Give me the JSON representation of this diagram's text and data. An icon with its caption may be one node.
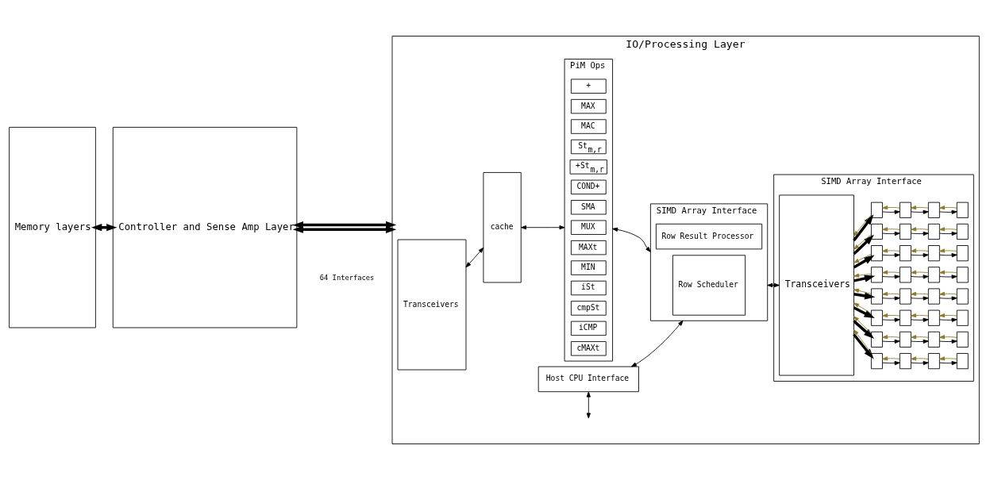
{
  "diagram": {
    "nodes": [
      {
        "text": [
          "Memory layers"
        ]
      },
      {
        "text": [
          "Controller and Sense Amp Layer"
        ]
      },
      {
        "text": [
          "IO/Processing Layer"
        ]
      },
      {
        "text": [
          "Transceivers"
        ],
        "in": 2
      },
      {
        "text": [
          "cache"
        ],
        "in": 2
      },
      {
        "text": [
          "PiM Ops"
        ],
        "in": 2
      },
      {
        "text": [
          "+"
        ],
        "in": 5
      },
      {
        "text": [
          "MAX"
        ],
        "in": 5
      },
      {
        "text": [
          "MAC"
        ],
        "in": 5
      },
      {
        "text": [
          "St$_{m,r}$"
        ],
        "in": 5
      },
      {
        "text": [
          "+St$_{m,r}$"
        ],
        "in": 5
      },
      {
        "text": [
          "COND+"
        ],
        "in": 5
      },
      {
        "text": [
          "SMA"
        ],
        "in": 5
      },
      {
        "text": [
          "MUX"
        ],
        "in": 5
      },
      {
        "text": [
          "MAXt"
        ],
        "in": 5
      },
      {
        "text": [
          "MIN"
        ],
        "in": 5
      },
      {
        "text": [
          "iSt"
        ],
        "in": 5
      },
      {
        "text": [
          "cmpSt"
        ],
        "in": 5
      },
      {
        "text": [
          "iCMP"
        ],
        "in": 5
      },
      {
        "text": [
          "cMAXt"
        ],
        "in": 5
      },
      {
        "text": [
          "SIMD Array Interface"
        ],
        "in": 2
      },
      {
        "text": [
          "Row Result Processor"
        ],
        "in": 20
      },
      {
        "text": [
          "Row Scheduler"
        ],
        "in": 20
      },
      {
        "text": [
          "SIMD Array Interface"
        ],
        "in": 2
      },
      {
        "text": [
          "Transceivers"
        ],
        "in": 23
      },
      {
        "text": [],
        "shape": "box",
        "in": 23
      },
      {
        "text": [],
        "shape": "box",
        "in": 23
      },
      {
        "text": [],
        "shape": "box",
        "in": 23
      },
      {
        "text": [],
        "shape": "box",
        "in": 23
      },
      {
        "text": [],
        "shape": "box",
        "in": 23
      },
      {
        "text": [],
        "shape": "box",
        "in": 23
      },
      {
        "text": [],
        "shape": "box",
        "in": 23
      },
      {
        "text": [],
        "shape": "box",
        "in": 23
      },
      {
        "text": [],
        "shape": "box",
        "in": 23
      },
      {
        "text": [],
        "shape": "box",
        "in": 23
      },
      {
        "text": [],
        "shape": "box",
        "in": 23
      },
      {
        "text": [],
        "shape": "box",
        "in": 23
      },
      {
        "text": [],
        "shape": "box",
        "in": 23
      },
      {
        "text": [],
        "shape": "box",
        "in": 23
      },
      {
        "text": [],
        "shape": "box",
        "in": 23
      },
      {
        "text": [],
        "shape": "box",
        "in": 23
      },
      {
        "text": [],
        "shape": "box",
        "in": 23
      },
      {
        "text": [],
        "shape": "box",
        "in": 23
      },
      {
        "text": [],
        "shape": "box",
        "in": 23
      },
      {
        "text": [],
        "shape": "box",
        "in": 23
      },
      {
        "text": [],
        "shape": "box",
        "in": 23
      },
      {
        "text": [],
        "shape": "box",
        "in": 23
      },
      {
        "text": [],
        "shape": "box",
        "in": 23
      },
      {
        "text": [],
        "shape": "box",
        "in": 23
      },
      {
        "text": [],
        "shape": "box",
        "in": 23
      },
      {
        "text": [],
        "shape": "box",
        "in": 23
      },
      {
        "text": [],
        "shape": "box",
        "in": 23
      },
      {
        "text": [],
        "shape": "box",
        "in": 23
      },
      {
        "text": [],
        "shape": "box",
        "in": 23
      },
      {
        "text": [],
        "shape": "box",
        "in": 23
      },
      {
        "text": [],
        "shape": "box",
        "in": 23
      },
      {
        "text": [],
        "shape": "box",
        "in": 23
      },
      {
        "text": [
          "Host CPU Interface"
        ],
        "in": 2
      }
    ],
    "edges": [
      {
        "from": 0,
        "to": 1,
        "arrow": "both",
        "style": "thick"
      },
      {
        "from": 1,
        "to": 2,
        "arrow": "both",
        "style": "thick"
      },
      {
        "from": 1,
        "to": 2,
        "arrow": "both",
        "style": "thick"
      },
      {
        "from": 3,
        "to": 4,
        "arrow": "both"
      },
      {
        "from": 4,
        "to": 5,
        "arrow": "both"
      },
      {
        "from": 5,
        "to": 20,
        "arrow": "both"
      },
      {
        "from": 20,
        "to": 24,
        "arrow": "both"
      },
      {
        "from": 57,
        "to": 20,
        "arrow": "both"
      },
      {
        "from": 57,
        "to": null,
        "arrow": "both"
      },
      {
        "from": 24,
        "to": 25,
        "arrow": "to",
        "style": "thick"
      },
      {
        "from": 25,
        "to": 26,
        "arrow": "to"
      },
      {
        "from": 26,
        "to": 27,
        "arrow": "to"
      },
      {
        "from": 27,
        "to": 28,
        "arrow": "to"
      },
      {
        "from": 25,
        "to": 24,
        "arrow": "to",
        "color": "#8b7a2b"
      },
      {
        "from": 26,
        "to": 25,
        "arrow": "to",
        "color": "#8b7a2b"
      },
      {
        "from": 27,
        "to": 26,
        "arrow": "to",
        "color": "#8b7a2b"
      },
      {
        "from": 28,
        "to": 27,
        "arrow": "to",
        "color": "#8b7a2b"
      },
      {
        "from": 24,
        "to": 29,
        "arrow": "to",
        "style": "thick"
      },
      {
        "from": 29,
        "to": 30,
        "arrow": "to"
      },
      {
        "from": 30,
        "to": 31,
        "arrow": "to"
      },
      {
        "from": 31,
        "to": 32,
        "arrow": "to"
      },
      {
        "from": 29,
        "to": 24,
        "arrow": "to",
        "color": "#8b7a2b"
      },
      {
        "from": 30,
        "to": 29,
        "arrow": "to",
        "color": "#8b7a2b"
      },
      {
        "from": 31,
        "to": 30,
        "arrow": "to",
        "color": "#8b7a2b"
      },
      {
        "from": 32,
        "to": 31,
        "arrow": "to",
        "color": "#8b7a2b"
      },
      {
        "from": 24,
        "to": 33,
        "arrow": "to",
        "style": "thick"
      },
      {
        "from": 33,
        "to": 34,
        "arrow": "to"
      },
      {
        "from": 34,
        "to": 35,
        "arrow": "to"
      },
      {
        "from": 35,
        "to": 36,
        "arrow": "to"
      },
      {
        "from": 33,
        "to": 24,
        "arrow": "to",
        "color": "#8b7a2b"
      },
      {
        "from": 34,
        "to": 33,
        "arrow": "to",
        "color": "#8b7a2b"
      },
      {
        "from": 35,
        "to": 34,
        "arrow": "to",
        "color": "#8b7a2b"
      },
      {
        "from": 36,
        "to": 35,
        "arrow": "to",
        "color": "#8b7a2b"
      },
      {
        "from": 24,
        "to": 37,
        "arrow": "to",
        "style": "thick"
      },
      {
        "from": 37,
        "to": 38,
        "arrow": "to"
      },
      {
        "from": 38,
        "to": 39,
        "arrow": "to"
      },
      {
        "from": 39,
        "to": 40,
        "arrow": "to"
      },
      {
        "from": 37,
        "to": 24,
        "arrow": "to",
        "color": "#8b7a2b"
      },
      {
        "from": 38,
        "to": 37,
        "arrow": "to",
        "color": "#8b7a2b"
      },
      {
        "from": 39,
        "to": 38,
        "arrow": "to",
        "color": "#8b7a2b"
      },
      {
        "from": 40,
        "to": 39,
        "arrow": "to",
        "color": "#8b7a2b"
      },
      {
        "from": 24,
        "to": 41,
        "arrow": "to",
        "style": "thick"
      },
      {
        "from": 41,
        "to": 42,
        "arrow": "to"
      },
      {
        "from": 42,
        "to": 43,
        "arrow": "to"
      },
      {
        "from": 43,
        "to": 44,
        "arrow": "to"
      },
      {
        "from": 41,
        "to": 24,
        "arrow": "to",
        "color": "#8b7a2b"
      },
      {
        "from": 42,
        "to": 41,
        "arrow": "to",
        "color": "#8b7a2b"
      },
      {
        "from": 43,
        "to": 42,
        "arrow": "to",
        "color": "#8b7a2b"
      },
      {
        "from": 44,
        "to": 43,
        "arrow": "to",
        "color": "#8b7a2b"
      },
      {
        "from": 24,
        "to": 45,
        "arrow": "to",
        "style": "thick"
      },
      {
        "from": 45,
        "to": 46,
        "arrow": "to"
      },
      {
        "from": 46,
        "to": 47,
        "arrow": "to"
      },
      {
        "from": 47,
        "to": 48,
        "arrow": "to"
      },
      {
        "from": 45,
        "to": 24,
        "arrow": "to",
        "color": "#8b7a2b"
      },
      {
        "from": 46,
        "to": 45,
        "arrow": "to",
        "color": "#8b7a2b"
      },
      {
        "from": 47,
        "to": 46,
        "arrow": "to",
        "color": "#8b7a2b"
      },
      {
        "from": 48,
        "to": 47,
        "arrow": "to",
        "color": "#8b7a2b"
      },
      {
        "from": 24,
        "to": 49,
        "arrow": "to",
        "style": "thick"
      },
      {
        "from": 49,
        "to": 50,
        "arrow": "to"
      },
      {
        "from": 50,
        "to": 51,
        "arrow": "to"
      },
      {
        "from": 51,
        "to": 52,
        "arrow": "to"
      },
      {
        "from": 49,
        "to": 24,
        "arrow": "to",
        "color": "#8b7a2b"
      },
      {
        "from": 50,
        "to": 49,
        "arrow": "to",
        "color": "#8b7a2b"
      },
      {
        "from": 51,
        "to": 50,
        "arrow": "to",
        "color": "#8b7a2b"
      },
      {
        "from": 52,
        "to": 51,
        "arrow": "to",
        "color": "#8b7a2b"
      },
      {
        "from": 24,
        "to": 53,
        "arrow": "to",
        "style": "thick"
      },
      {
        "from": 53,
        "to": 54,
        "arrow": "to"
      },
      {
        "from": 54,
        "to": 55,
        "arrow": "to"
      },
      {
        "from": 55,
        "to": 56,
        "arrow": "to"
      },
      {
        "from": 53,
        "to": 24,
        "arrow": "to",
        "color": "#8b7a2b"
      },
      {
        "from": 54,
        "to": 53,
        "arrow": "to",
        "color": "#8b7a2b"
      },
      {
        "from": 55,
        "to": 54,
        "arrow": "to",
        "color": "#8b7a2b"
      },
      {
        "from": 56,
        "to": 55,
        "arrow": "to",
        "color": "#8b7a2b"
      }
    ],
    "labels": [
      "64 Interfaces"
    ]
  }
}
